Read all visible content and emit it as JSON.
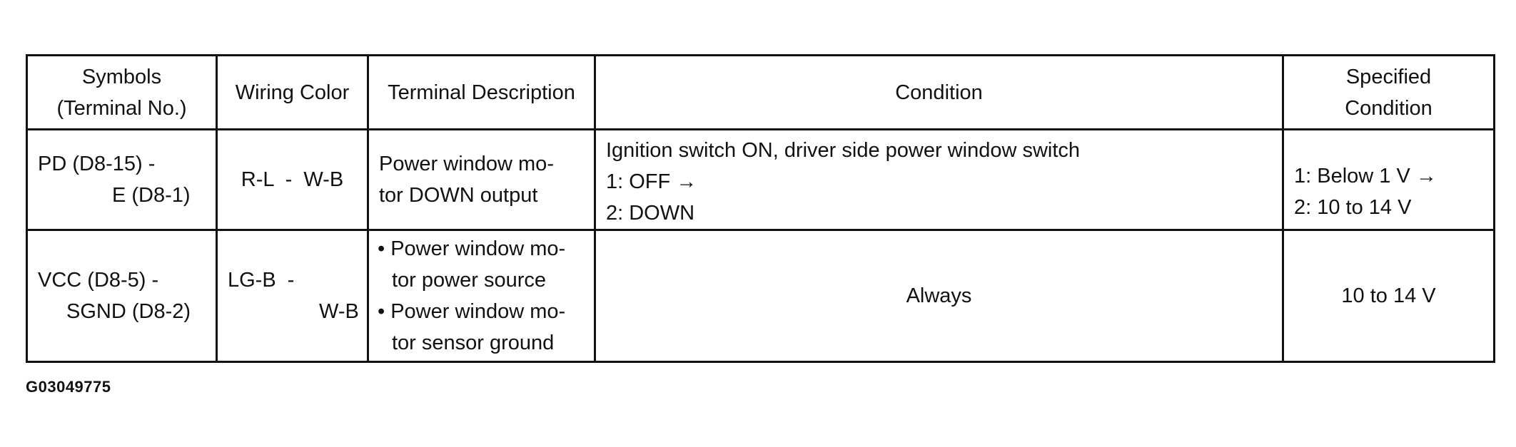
{
  "table": {
    "headers": {
      "symbols": [
        "Symbols",
        "(Terminal No.)"
      ],
      "wiring_color": "Wiring Color",
      "terminal_description": "Terminal Description",
      "condition": "Condition",
      "specified_condition": [
        "Specified",
        "Condition"
      ]
    },
    "rows": [
      {
        "symbols": [
          "PD (D8-15) -",
          "E (D8-1)"
        ],
        "wiring_color": "R-L  -  W-B",
        "terminal_description": [
          "Power window mo-",
          "tor DOWN output"
        ],
        "condition": [
          "Ignition switch ON, driver side power window switch",
          "1: OFF →",
          "2: DOWN"
        ],
        "specified_condition": [
          "1: Below 1 V →",
          "2: 10 to 14 V"
        ]
      },
      {
        "symbols": [
          "VCC (D8-5) -",
          "SGND (D8-2)"
        ],
        "wiring_color": [
          "LG-B  -",
          "W-B"
        ],
        "terminal_description": [
          "• Power window mo-",
          "tor power source",
          "• Power window mo-",
          "tor sensor ground"
        ],
        "condition": "Always",
        "specified_condition": "10 to 14 V"
      }
    ]
  },
  "figure_id": "G03049775"
}
